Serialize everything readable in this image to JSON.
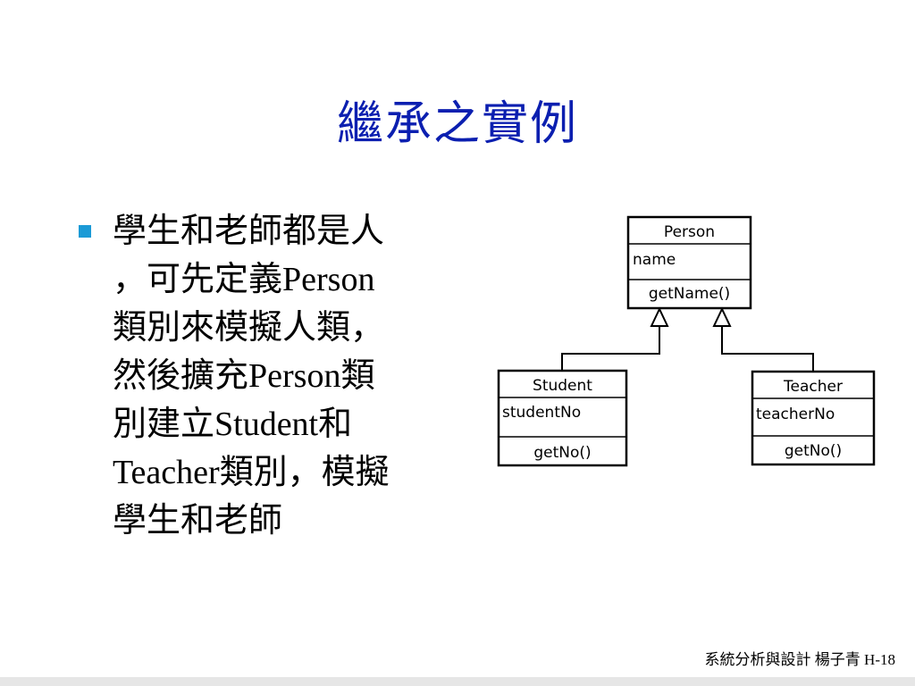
{
  "slide": {
    "title": "繼承之實例",
    "bullet_lines": [
      "學生和老師都是人",
      "，可先定義Person",
      "類別來模擬人類，",
      "然後擴充Person類",
      "別建立Student和",
      "Teacher類別，模擬",
      "學生和老師"
    ],
    "footer": "系統分析與設計 楊子青 H-18"
  },
  "diagram": {
    "person": {
      "name": "Person",
      "attribute": "name",
      "operation": "getName()"
    },
    "student": {
      "name": "Student",
      "attribute": "studentNo",
      "operation": "getNo()"
    },
    "teacher": {
      "name": "Teacher",
      "attribute": "teacherNo",
      "operation": "getNo()"
    }
  },
  "colors": {
    "title": "#0b1fb0",
    "bullet_marker": "#1b9ad6"
  }
}
